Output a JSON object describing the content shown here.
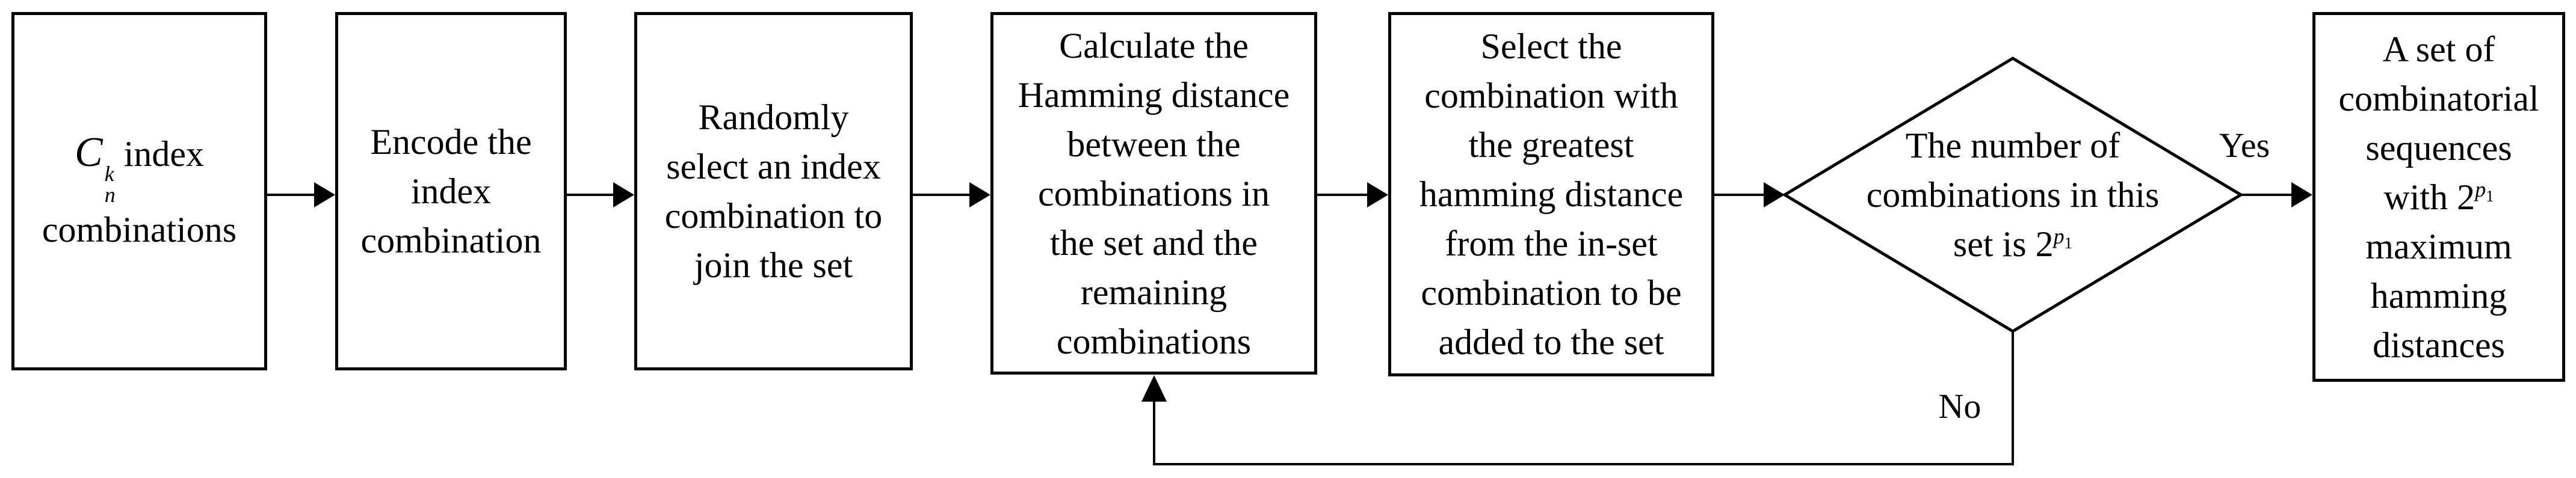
{
  "colors": {
    "stroke": "#000000",
    "background": "#ffffff"
  },
  "flow": {
    "box1": {
      "math": {
        "base": "C",
        "sup": "k",
        "sub": "n"
      },
      "rest": "index",
      "line2": "combinations"
    },
    "box2": {
      "lines": [
        "Encode the",
        "index",
        "combination"
      ]
    },
    "box3": {
      "lines": [
        "Randomly",
        "select an index",
        "combination to",
        "join the set"
      ]
    },
    "box4": {
      "lines": [
        "Calculate the",
        "Hamming distance",
        "between the",
        "combinations in",
        "the set and the",
        "remaining",
        "combinations"
      ]
    },
    "box5": {
      "lines": [
        "Select the",
        "combination with",
        "the greatest",
        "hamming distance",
        "from the in-set",
        "combination to be",
        "added to the set"
      ]
    },
    "decision": {
      "lines": [
        "The number of",
        "combinations in this"
      ],
      "math": {
        "prefix": "set is 2",
        "sup": "p",
        "sub": "1"
      }
    },
    "box7": {
      "lines_top": [
        "A set of",
        "combinatorial",
        "sequences"
      ],
      "math": {
        "prefix": "with 2",
        "sup": "p",
        "sub": "1"
      },
      "lines_bottom": [
        "maximum",
        "hamming",
        "distances"
      ]
    },
    "labels": {
      "yes": "Yes",
      "no": "No"
    }
  }
}
